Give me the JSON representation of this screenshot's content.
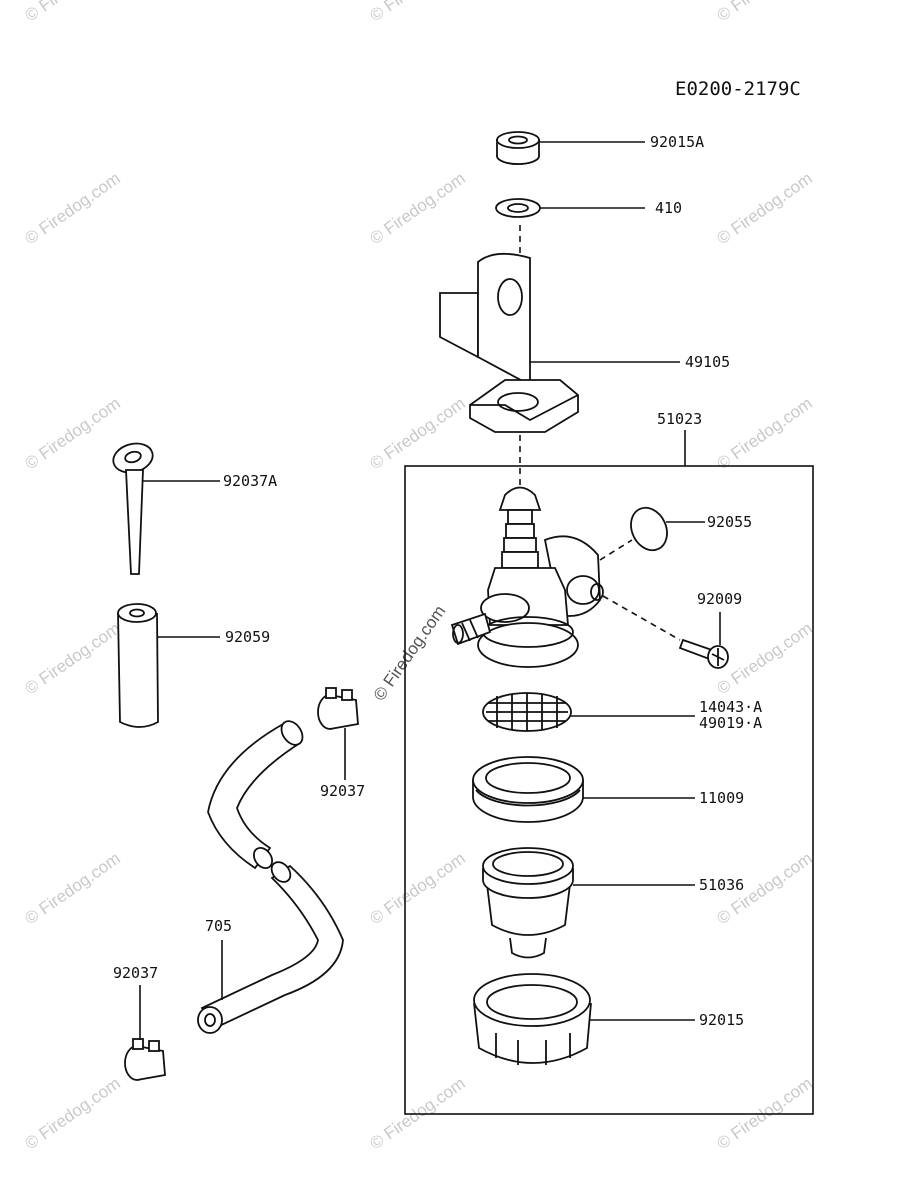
{
  "diagram_code": "E0200-2179C",
  "labels": {
    "p92015A": "92015A",
    "p410": "410",
    "p49105": "49105",
    "p51023": "51023",
    "p92037A": "92037A",
    "p92055": "92055",
    "p92009": "92009",
    "p92059": "92059",
    "p92037_upper": "92037",
    "p14043A": "14043·A",
    "p49019A": "49019·A",
    "p11009": "11009",
    "p51036": "51036",
    "p705": "705",
    "p92037_lower": "92037",
    "p92015": "92015"
  },
  "watermark": "© Firedog.com",
  "colors": {
    "ink": "#111111",
    "watermark": "#c9c9c9"
  }
}
